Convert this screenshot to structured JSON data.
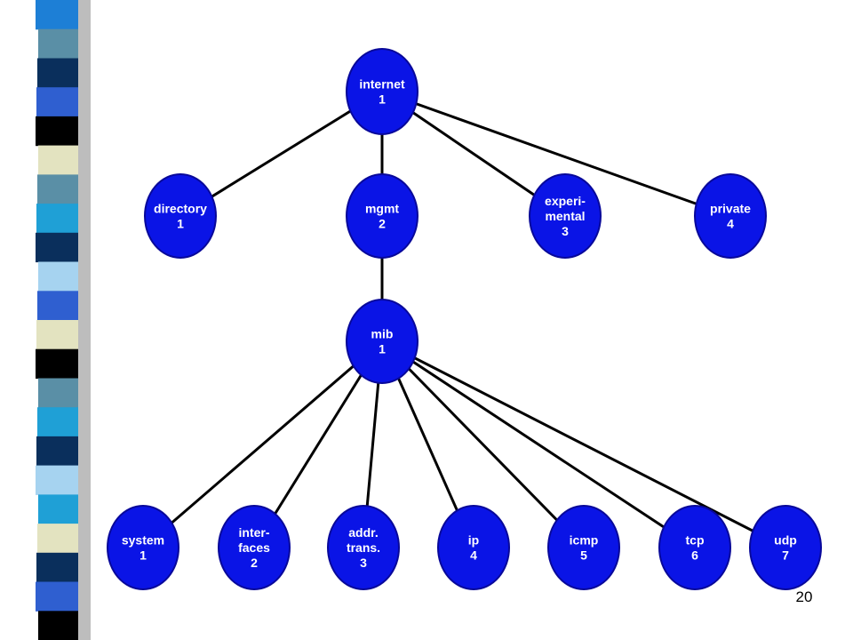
{
  "colors": {
    "node_fill": "#0a14e6",
    "node_stroke": "#08089a",
    "edge": "#000000",
    "node_text": "#ffffff"
  },
  "sidebar": {
    "strip_colors": [
      "#1d7fd6",
      "#5a8fa6",
      "#0a2f5c",
      "#2f5fd0",
      "#000000",
      "#e3e3c0",
      "#5a8fa6",
      "#1fa0d6",
      "#0a2f5c",
      "#a6d3f0",
      "#2f5fd0",
      "#e3e3c0",
      "#000000",
      "#5a8fa6",
      "#1fa0d6",
      "#0a2f5c",
      "#a6d3f0",
      "#1fa0d6",
      "#e3e3c0",
      "#0a2f5c",
      "#2f5fd0",
      "#000000"
    ]
  },
  "nodes": [
    {
      "id": "internet",
      "lines": [
        "internet",
        "1"
      ]
    },
    {
      "id": "directory",
      "lines": [
        "directory",
        "1"
      ]
    },
    {
      "id": "mgmt",
      "lines": [
        "mgmt",
        "2"
      ]
    },
    {
      "id": "experimental",
      "lines": [
        "experi-",
        "mental",
        "3"
      ]
    },
    {
      "id": "private",
      "lines": [
        "private",
        "4"
      ]
    },
    {
      "id": "mib",
      "lines": [
        "mib",
        "1"
      ]
    },
    {
      "id": "system",
      "lines": [
        "system",
        "1"
      ]
    },
    {
      "id": "interfaces",
      "lines": [
        "inter-",
        "faces",
        "2"
      ]
    },
    {
      "id": "addr-trans",
      "lines": [
        "addr.",
        "trans.",
        "3"
      ]
    },
    {
      "id": "ip",
      "lines": [
        "ip",
        "4"
      ]
    },
    {
      "id": "icmp",
      "lines": [
        "icmp",
        "5"
      ]
    },
    {
      "id": "tcp",
      "lines": [
        "tcp",
        "6"
      ]
    },
    {
      "id": "udp",
      "lines": [
        "udp",
        "7"
      ]
    }
  ],
  "edges": [
    [
      "internet",
      "directory"
    ],
    [
      "internet",
      "mgmt"
    ],
    [
      "internet",
      "experimental"
    ],
    [
      "internet",
      "private"
    ],
    [
      "mgmt",
      "mib"
    ],
    [
      "mib",
      "system"
    ],
    [
      "mib",
      "interfaces"
    ],
    [
      "mib",
      "addr-trans"
    ],
    [
      "mib",
      "ip"
    ],
    [
      "mib",
      "icmp"
    ],
    [
      "mib",
      "tcp"
    ],
    [
      "mib",
      "udp"
    ]
  ],
  "page_number": "20"
}
